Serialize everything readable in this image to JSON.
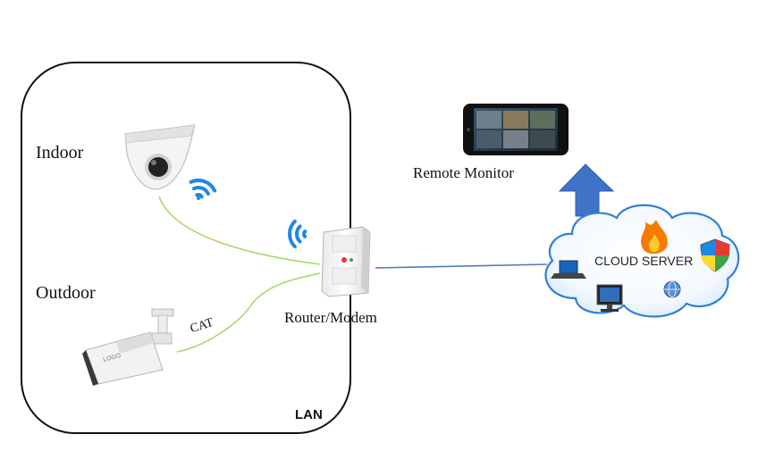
{
  "diagram": {
    "zone_label": "LAN",
    "nodes": {
      "indoor": "Indoor",
      "outdoor": "Outdoor",
      "router": "Router/Modem",
      "remote": "Remote Monitor",
      "cloud": "CLOUD SERVER"
    },
    "links": {
      "cat": "CAT"
    },
    "icons": [
      "dome-camera-icon",
      "bullet-camera-icon",
      "router-icon",
      "smartphone-icon",
      "cloud-icon",
      "wifi-icon",
      "laptop-icon",
      "monitor-icon",
      "globe-icon",
      "shield-icon",
      "flame-icon",
      "up-arrow-icon"
    ],
    "colors": {
      "wire_green": "#a8d86e",
      "wire_blue": "#4a7cc0",
      "arrow_blue": "#3f73c8",
      "wifi_blue": "#1e88e5",
      "cloud_outline": "#2f7fd8"
    }
  }
}
